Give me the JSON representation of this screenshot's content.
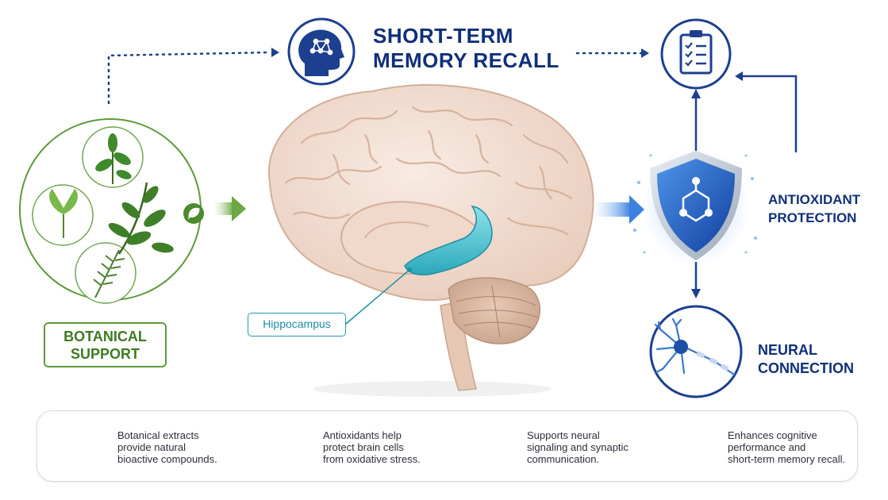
{
  "title": {
    "line1": "SHORT-TERM",
    "line2": "MEMORY RECALL"
  },
  "botanical": {
    "line1": "BOTANICAL",
    "line2": "SUPPORT"
  },
  "hippocampus": "Hippocampus",
  "antioxidant": {
    "line1": "ANTIOXIDANT",
    "line2": "PROTECTION"
  },
  "neural": {
    "line1": "NEURAL",
    "line2": "CONNECTION"
  },
  "steps": [
    {
      "icon": "leaves-icon",
      "lines": [
        "Botanical extracts",
        "provide natural",
        "bioactive compounds."
      ]
    },
    {
      "icon": "shield-icon",
      "lines": [
        "Antioxidants help",
        "protect brain cells",
        "from oxidative stress."
      ]
    },
    {
      "icon": "neuron-icon",
      "lines": [
        "Supports neural",
        "signaling and synaptic",
        "communication."
      ]
    },
    {
      "icon": "brain-head-icon",
      "lines": [
        "Enhances cognitive",
        "performance and",
        "short-term memory recall."
      ]
    }
  ],
  "colors": {
    "navy": "#0f2f7a",
    "blue": "#2a6fd0",
    "green": "#5e9a3a",
    "teal": "#1e9bb0",
    "brain": "#f1ddd0"
  }
}
